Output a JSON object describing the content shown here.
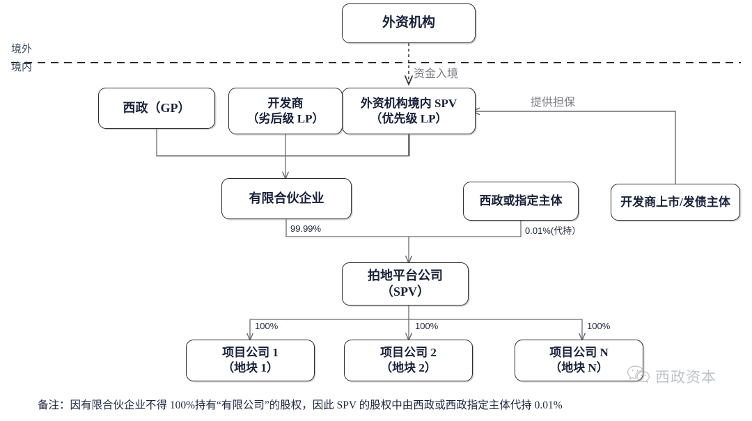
{
  "diagram": {
    "boundary": {
      "above_label": "境外",
      "below_label": "境内"
    },
    "nodes": {
      "foreign_institution": {
        "line1": "外资机构",
        "line2": ""
      },
      "onshore_spv": {
        "line1": "外资机构境内 SPV",
        "line2": "（优先级 LP）"
      },
      "xizheng_gp": {
        "line1": "西政（GP）",
        "line2": ""
      },
      "developer": {
        "line1": "开发商",
        "line2": "（劣后级 LP）"
      },
      "limited_partnership": {
        "line1": "有限合伙企业",
        "line2": ""
      },
      "xizheng_designated": {
        "line1": "西政或指定主体",
        "line2": ""
      },
      "developer_listed": {
        "line1": "开发商上市/发债主体",
        "line2": ""
      },
      "bidding_platform": {
        "line1": "拍地平台公司",
        "line2": "（SPV）"
      },
      "project_company_1": {
        "line1": "项目公司 1",
        "line2": "（地块 1）"
      },
      "project_company_2": {
        "line1": "项目公司 2",
        "line2": "（地块 2）"
      },
      "project_company_n": {
        "line1": "项目公司 N",
        "line2": "（地块 N）"
      }
    },
    "edge_labels": {
      "capital_inflow": "资金入境",
      "guarantee": "提供担保",
      "stake_9999": "99.99%",
      "stake_001": "0.01%(代持）",
      "stake_100_a": "100%",
      "stake_100_b": "100%",
      "stake_100_c": "100%"
    },
    "footnote": "备注：因有限合伙企业不得 100%持有“有限公司”的股权，因此 SPV 的股权中由西政或西政指定主体代持 0.01%",
    "watermark": {
      "text": "西政资本",
      "icon": "wechat-icon"
    },
    "colors": {
      "node_border": "#2b2b2b",
      "node_text": "#18203a",
      "wire": "#6a6a72",
      "dark_wire": "#3a3a3e",
      "gray_label": "#7d7d85",
      "background": "#ffffff"
    }
  }
}
